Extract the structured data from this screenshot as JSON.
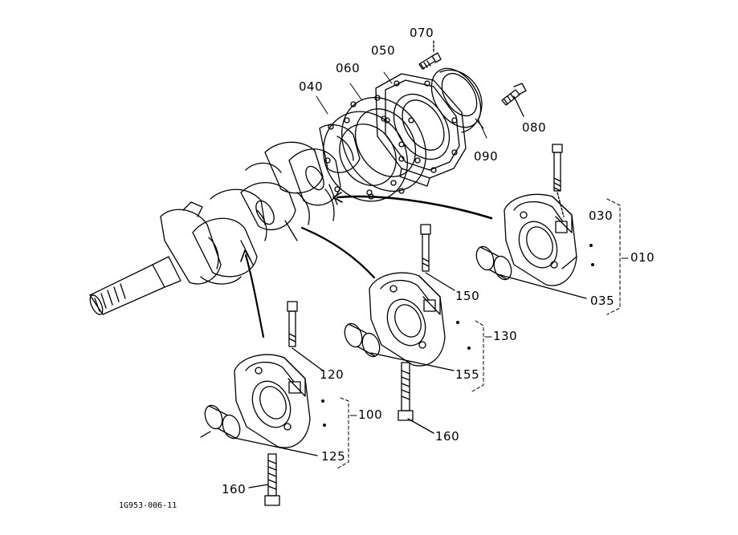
{
  "diagram": {
    "drawing_code": "1G953-006-11",
    "labels": {
      "p070": "070",
      "p050": "050",
      "p060": "060",
      "p040": "040",
      "p080": "080",
      "p090": "090",
      "p030": "030",
      "p010": "010",
      "p035": "035",
      "p150": "150",
      "p130": "130",
      "p155": "155",
      "p120": "120",
      "p100": "100",
      "p160a": "160",
      "p125": "125",
      "p160b": "160"
    }
  }
}
